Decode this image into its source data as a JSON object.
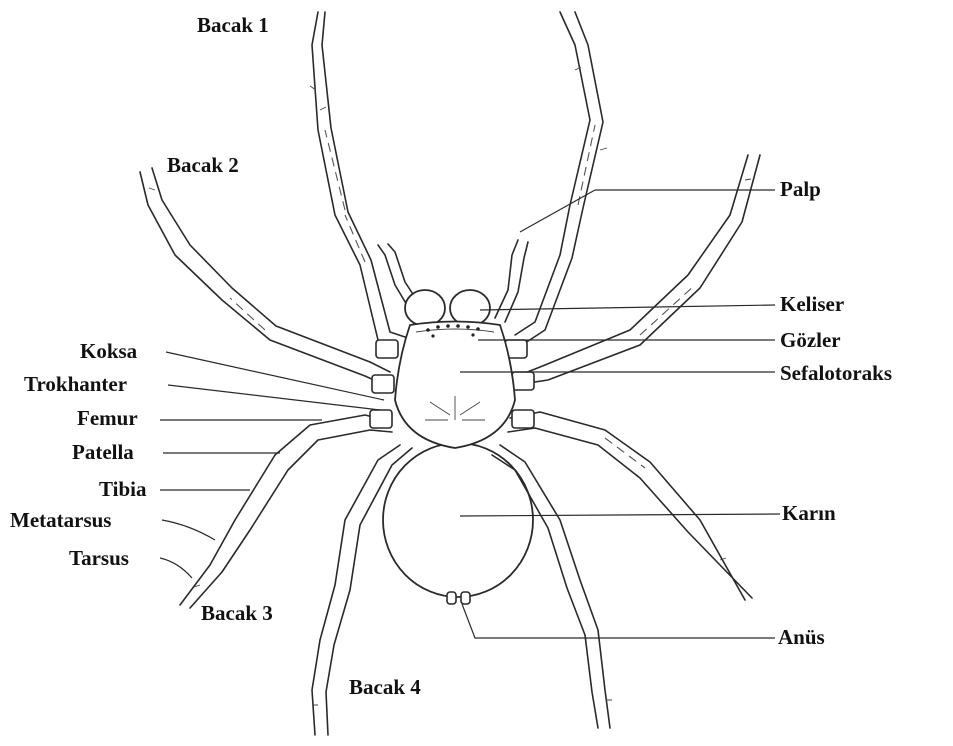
{
  "labels": {
    "bacak1": "Bacak 1",
    "bacak2": "Bacak 2",
    "bacak3": "Bacak 3",
    "bacak4": "Bacak 4",
    "palp": "Palp",
    "keliser": "Keliser",
    "gozler": "Gözler",
    "sefalotoraks": "Sefalotoraks",
    "karin": "Karın",
    "anus": "Anüs",
    "koksa": "Koksa",
    "trokhanter": "Trokhanter",
    "femur": "Femur",
    "patella": "Patella",
    "tibia": "Tibia",
    "metatarsus": "Metatarsus",
    "tarsus": "Tarsus"
  }
}
